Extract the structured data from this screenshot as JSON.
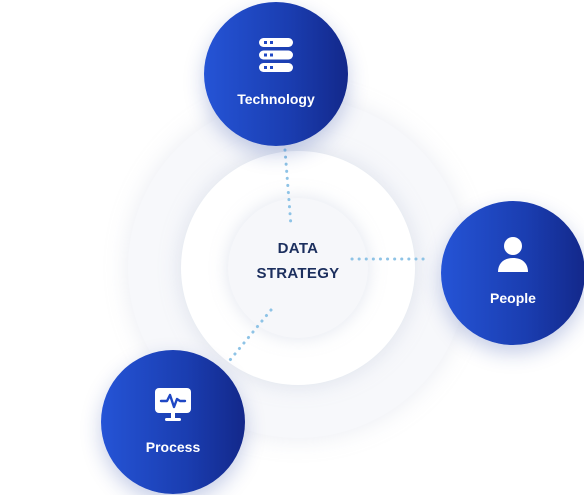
{
  "diagram": {
    "center": {
      "line1": "DATA",
      "line2": "STRATEGY"
    },
    "nodes": {
      "technology": {
        "label": "Technology",
        "icon": "server-stack-icon"
      },
      "people": {
        "label": "People",
        "icon": "user-icon"
      },
      "process": {
        "label": "Process",
        "icon": "monitor-pulse-icon"
      }
    }
  },
  "colors": {
    "node_gradient_start": "#2554d6",
    "node_gradient_end": "#13288a",
    "center_text": "#1c2f5e",
    "connector": "#8ec3e6"
  }
}
